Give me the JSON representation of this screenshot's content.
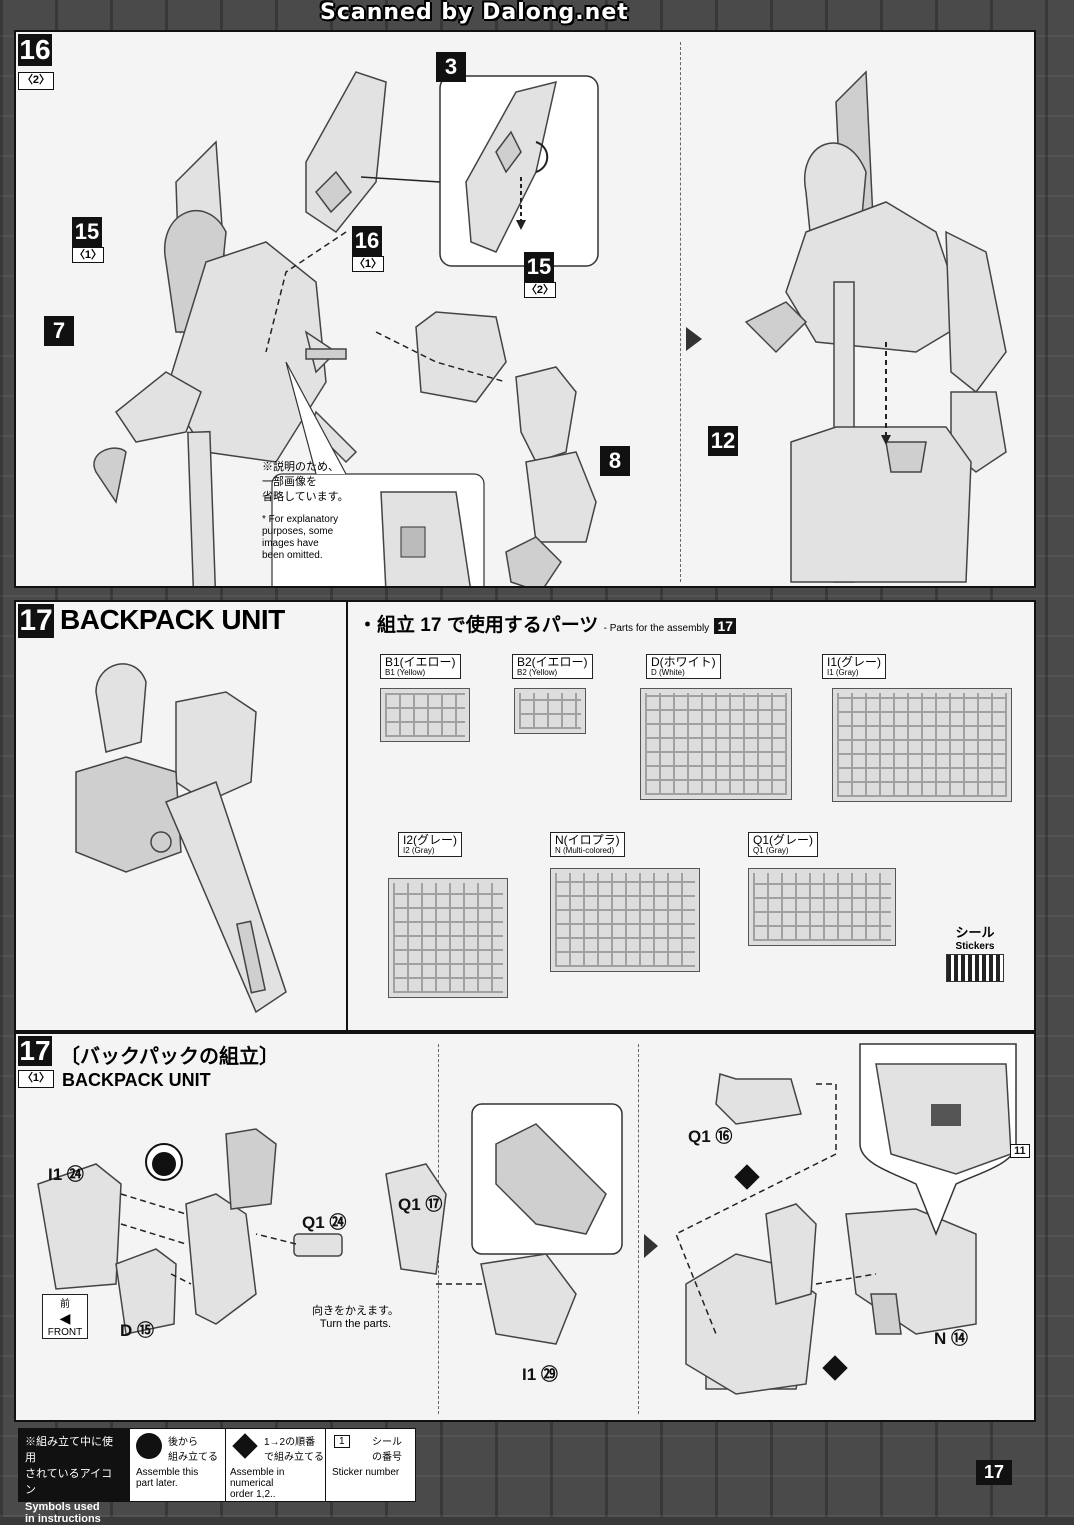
{
  "watermark": "Scanned by Dalong.net",
  "page_number": "17",
  "step16": {
    "number": "16",
    "substep": "〈2〉",
    "labels": {
      "part3": "3",
      "part15a": "15",
      "part15b": "15",
      "part16": "16",
      "part7": "7",
      "part8": "8",
      "part12": "12",
      "sub1": "〈1〉",
      "sub2": "〈2〉"
    },
    "note_jp": "※説明のため、\n一部画像を\n省略しています。",
    "note_en": "* For explanatory\npurposes, some\nimages have\nbeen omitted."
  },
  "step17": {
    "number": "17",
    "title": "BACKPACK UNIT",
    "parts_heading_jp": "・組立 17 で使用するパーツ",
    "parts_heading_en": "- Parts for the assembly",
    "stickers_jp": "シール",
    "stickers_en": "Stickers"
  },
  "runners": [
    {
      "jp": "B1(イエロー)",
      "en": "B1 (Yellow)"
    },
    {
      "jp": "B2(イエロー)",
      "en": "B2 (Yellow)"
    },
    {
      "jp": "D(ホワイト)",
      "en": "D (White)"
    },
    {
      "jp": "I1(グレー)",
      "en": "I1 (Gray)"
    },
    {
      "jp": "I2(グレー)",
      "en": "I2 (Gray)"
    },
    {
      "jp": "N(イロプラ)",
      "en": "N (Multi-colored)"
    },
    {
      "jp": "Q1(グレー)",
      "en": "Q1 (Gray)"
    }
  ],
  "step17_1": {
    "number": "17",
    "substep": "〈1〉",
    "title_jp": "〔バックパックの組立〕",
    "title_en": "BACKPACK UNIT",
    "labels": {
      "i1_24": "I1 ㉔",
      "q1_24": "Q1 ㉔",
      "d15": "D ⑮",
      "q1_17": "Q1 ⑰",
      "i1_29": "I1 ㉙",
      "q1_16": "Q1 ⑯",
      "n14": "N ⑭",
      "sticker11": "11"
    },
    "front_jp": "前",
    "front_en": "FRONT",
    "turn_jp": "向きをかえます。",
    "turn_en": "Turn the parts."
  },
  "legend": {
    "title_jp": "※組み立て中に使用\nされているアイコン",
    "title_en": "Symbols used\nin instructions",
    "items": [
      {
        "jp": "後から\n組み立てる",
        "en": "Assemble this\npart later."
      },
      {
        "jp": "1→2の順番\nで組み立てる",
        "en": "Assemble in numerical\norder 1,2.."
      },
      {
        "icon": "1",
        "jp": "シール\nの番号",
        "en": "Sticker number"
      }
    ]
  }
}
